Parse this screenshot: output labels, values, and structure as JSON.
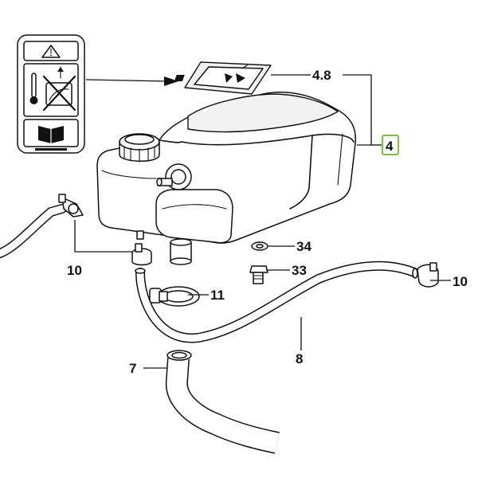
{
  "diagram": {
    "callouts": {
      "decal": "4.8",
      "tank": "4",
      "clamp_left": "10",
      "clamp_right": "10",
      "washer": "34",
      "bolt": "33",
      "hose_clamp": "11",
      "hose_long": "8",
      "hose_lower": "7"
    },
    "highlight_color": "#7bc043"
  }
}
